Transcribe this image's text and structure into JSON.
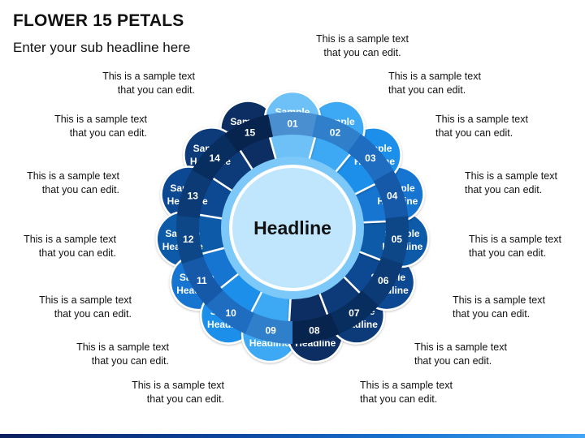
{
  "slide": {
    "title": "FLOWER 15 PETALS",
    "subtitle": "Enter your sub headline here"
  },
  "center": {
    "label": "Headline"
  },
  "petals": [
    {
      "number": "01",
      "line1": "Sample",
      "line2": "Headline",
      "color": "#6EC1F7",
      "ring": "#4A90D0",
      "caption1": "This is a sample text",
      "caption2": "that you can edit."
    },
    {
      "number": "02",
      "line1": "Sample",
      "line2": "Headline",
      "color": "#3EA8F4",
      "ring": "#2F7FCB",
      "caption1": "This is a sample text",
      "caption2": "that you can edit."
    },
    {
      "number": "03",
      "line1": "Sample",
      "line2": "Headline",
      "color": "#1E8FEA",
      "ring": "#1E6DC0",
      "caption1": "This is a sample text",
      "caption2": "that you can edit."
    },
    {
      "number": "04",
      "line1": "Sample",
      "line2": "Headline",
      "color": "#1474D0",
      "ring": "#1659A9",
      "caption1": "This is a sample text",
      "caption2": "that you can edit."
    },
    {
      "number": "05",
      "line1": "Sample",
      "line2": "Headline",
      "color": "#0E5AA8",
      "ring": "#0E4787",
      "caption1": "This is a sample text",
      "caption2": "that you can edit."
    },
    {
      "number": "06",
      "line1": "Sample",
      "line2": "Headline",
      "color": "#0C4A93",
      "ring": "#0B3A74",
      "caption1": "This is a sample text",
      "caption2": "that you can edit."
    },
    {
      "number": "07",
      "line1": "Sample",
      "line2": "Headline",
      "color": "#0A3B7A",
      "ring": "#082E60",
      "caption1": "This is a sample text",
      "caption2": "that you can edit."
    },
    {
      "number": "08",
      "line1": "Sample",
      "line2": "Headline",
      "color": "#072F63",
      "ring": "#06244D",
      "caption1": "This is a sample text",
      "caption2": "that you can edit."
    },
    {
      "number": "09",
      "line1": "Sample",
      "line2": "Headline",
      "color": "#3EA8F4",
      "ring": "#2F7FCB",
      "caption1": "This is a sample text",
      "caption2": "that you can edit."
    },
    {
      "number": "10",
      "line1": "Sample",
      "line2": "Headline",
      "color": "#1E8FEA",
      "ring": "#1E6DC0",
      "caption1": "This is a sample text",
      "caption2": "that you can edit."
    },
    {
      "number": "11",
      "line1": "Sample",
      "line2": "Headline",
      "color": "#1474D0",
      "ring": "#1659A9",
      "caption1": "This is a sample text",
      "caption2": "that you can edit."
    },
    {
      "number": "12",
      "line1": "Sample",
      "line2": "Headline",
      "color": "#0E5AA8",
      "ring": "#0E4787",
      "caption1": "This is a sample text",
      "caption2": "that you can edit."
    },
    {
      "number": "13",
      "line1": "Sample",
      "line2": "Headline",
      "color": "#0C4A93",
      "ring": "#0B3A74",
      "caption1": "This is a sample text",
      "caption2": "that you can edit."
    },
    {
      "number": "14",
      "line1": "Sample",
      "line2": "Headline",
      "color": "#0A3B7A",
      "ring": "#082E60",
      "caption1": "This is a sample text",
      "caption2": "that you can edit."
    },
    {
      "number": "15",
      "line1": "Sample",
      "line2": "Headline",
      "color": "#072F63",
      "ring": "#06244D",
      "caption1": "This is a sample text",
      "caption2": "that you can edit."
    }
  ],
  "colors": {
    "center_fill": "#BFE6FC",
    "center_ring": "#7CC8F8",
    "text_dark": "#111111"
  }
}
